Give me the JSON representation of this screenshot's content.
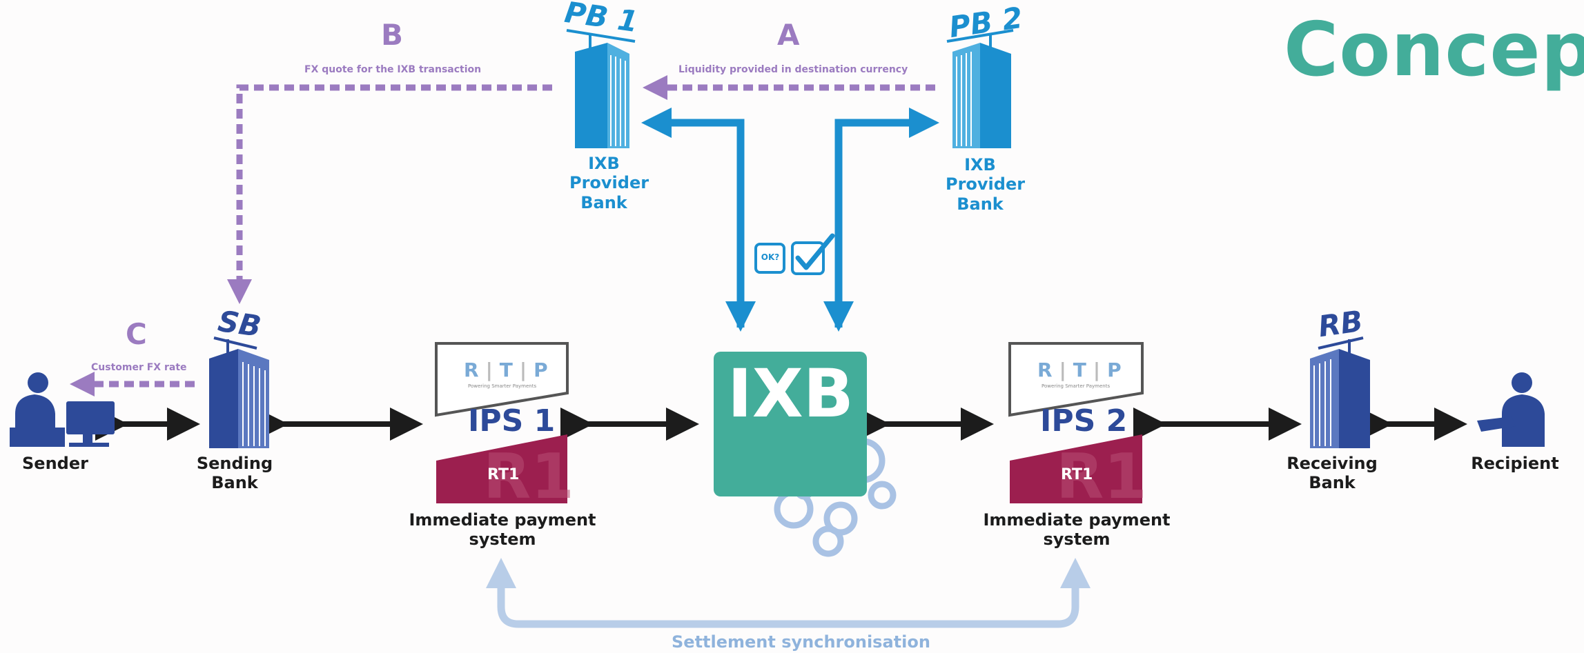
{
  "title": "Concept",
  "steps": {
    "a": {
      "letter": "A",
      "note": "Liquidity provided in destination currency"
    },
    "b": {
      "letter": "B",
      "note": "FX quote for the IXB transaction"
    },
    "c": {
      "letter": "C",
      "note": "Customer FX rate"
    }
  },
  "provider_banks": [
    {
      "code": "PB 1",
      "label": [
        "IXB",
        "Provider",
        "Bank"
      ]
    },
    {
      "code": "PB 2",
      "label": [
        "IXB",
        "Provider",
        "Bank"
      ]
    }
  ],
  "check_badges": {
    "ok": "OK?",
    "check": "checkmark-icon"
  },
  "sender": {
    "label": "Sender",
    "icon": "person-at-computer-icon"
  },
  "sending_bank": {
    "code": "SB",
    "label": [
      "Sending",
      "Bank"
    ]
  },
  "ips1": {
    "rtp_letters": [
      "R",
      "T",
      "P"
    ],
    "rtp_tagline": "Powering Smarter Payments",
    "name": "IPS 1",
    "rt1": "RT1",
    "label": [
      "Immediate payment",
      "system"
    ]
  },
  "ixb": {
    "label": "IXB",
    "icon": "gears-icon"
  },
  "ips2": {
    "rtp_letters": [
      "R",
      "T",
      "P"
    ],
    "rtp_tagline": "Powering Smarter Payments",
    "name": "IPS 2",
    "rt1": "RT1",
    "label": [
      "Immediate payment",
      "system"
    ]
  },
  "receiving_bank": {
    "code": "RB",
    "label": [
      "Receiving",
      "Bank"
    ]
  },
  "recipient": {
    "label": "Recipient",
    "icon": "person-with-device-icon"
  },
  "settlement": "Settlement synchronisation",
  "colors": {
    "teal": "#43ad9a",
    "purple": "#9b7bc0",
    "cyan": "#1b8fcf",
    "navy": "#2d4a99",
    "maroon": "#9c1f4f",
    "light_blue": "#b8cde8",
    "black": "#1c1c1c"
  }
}
